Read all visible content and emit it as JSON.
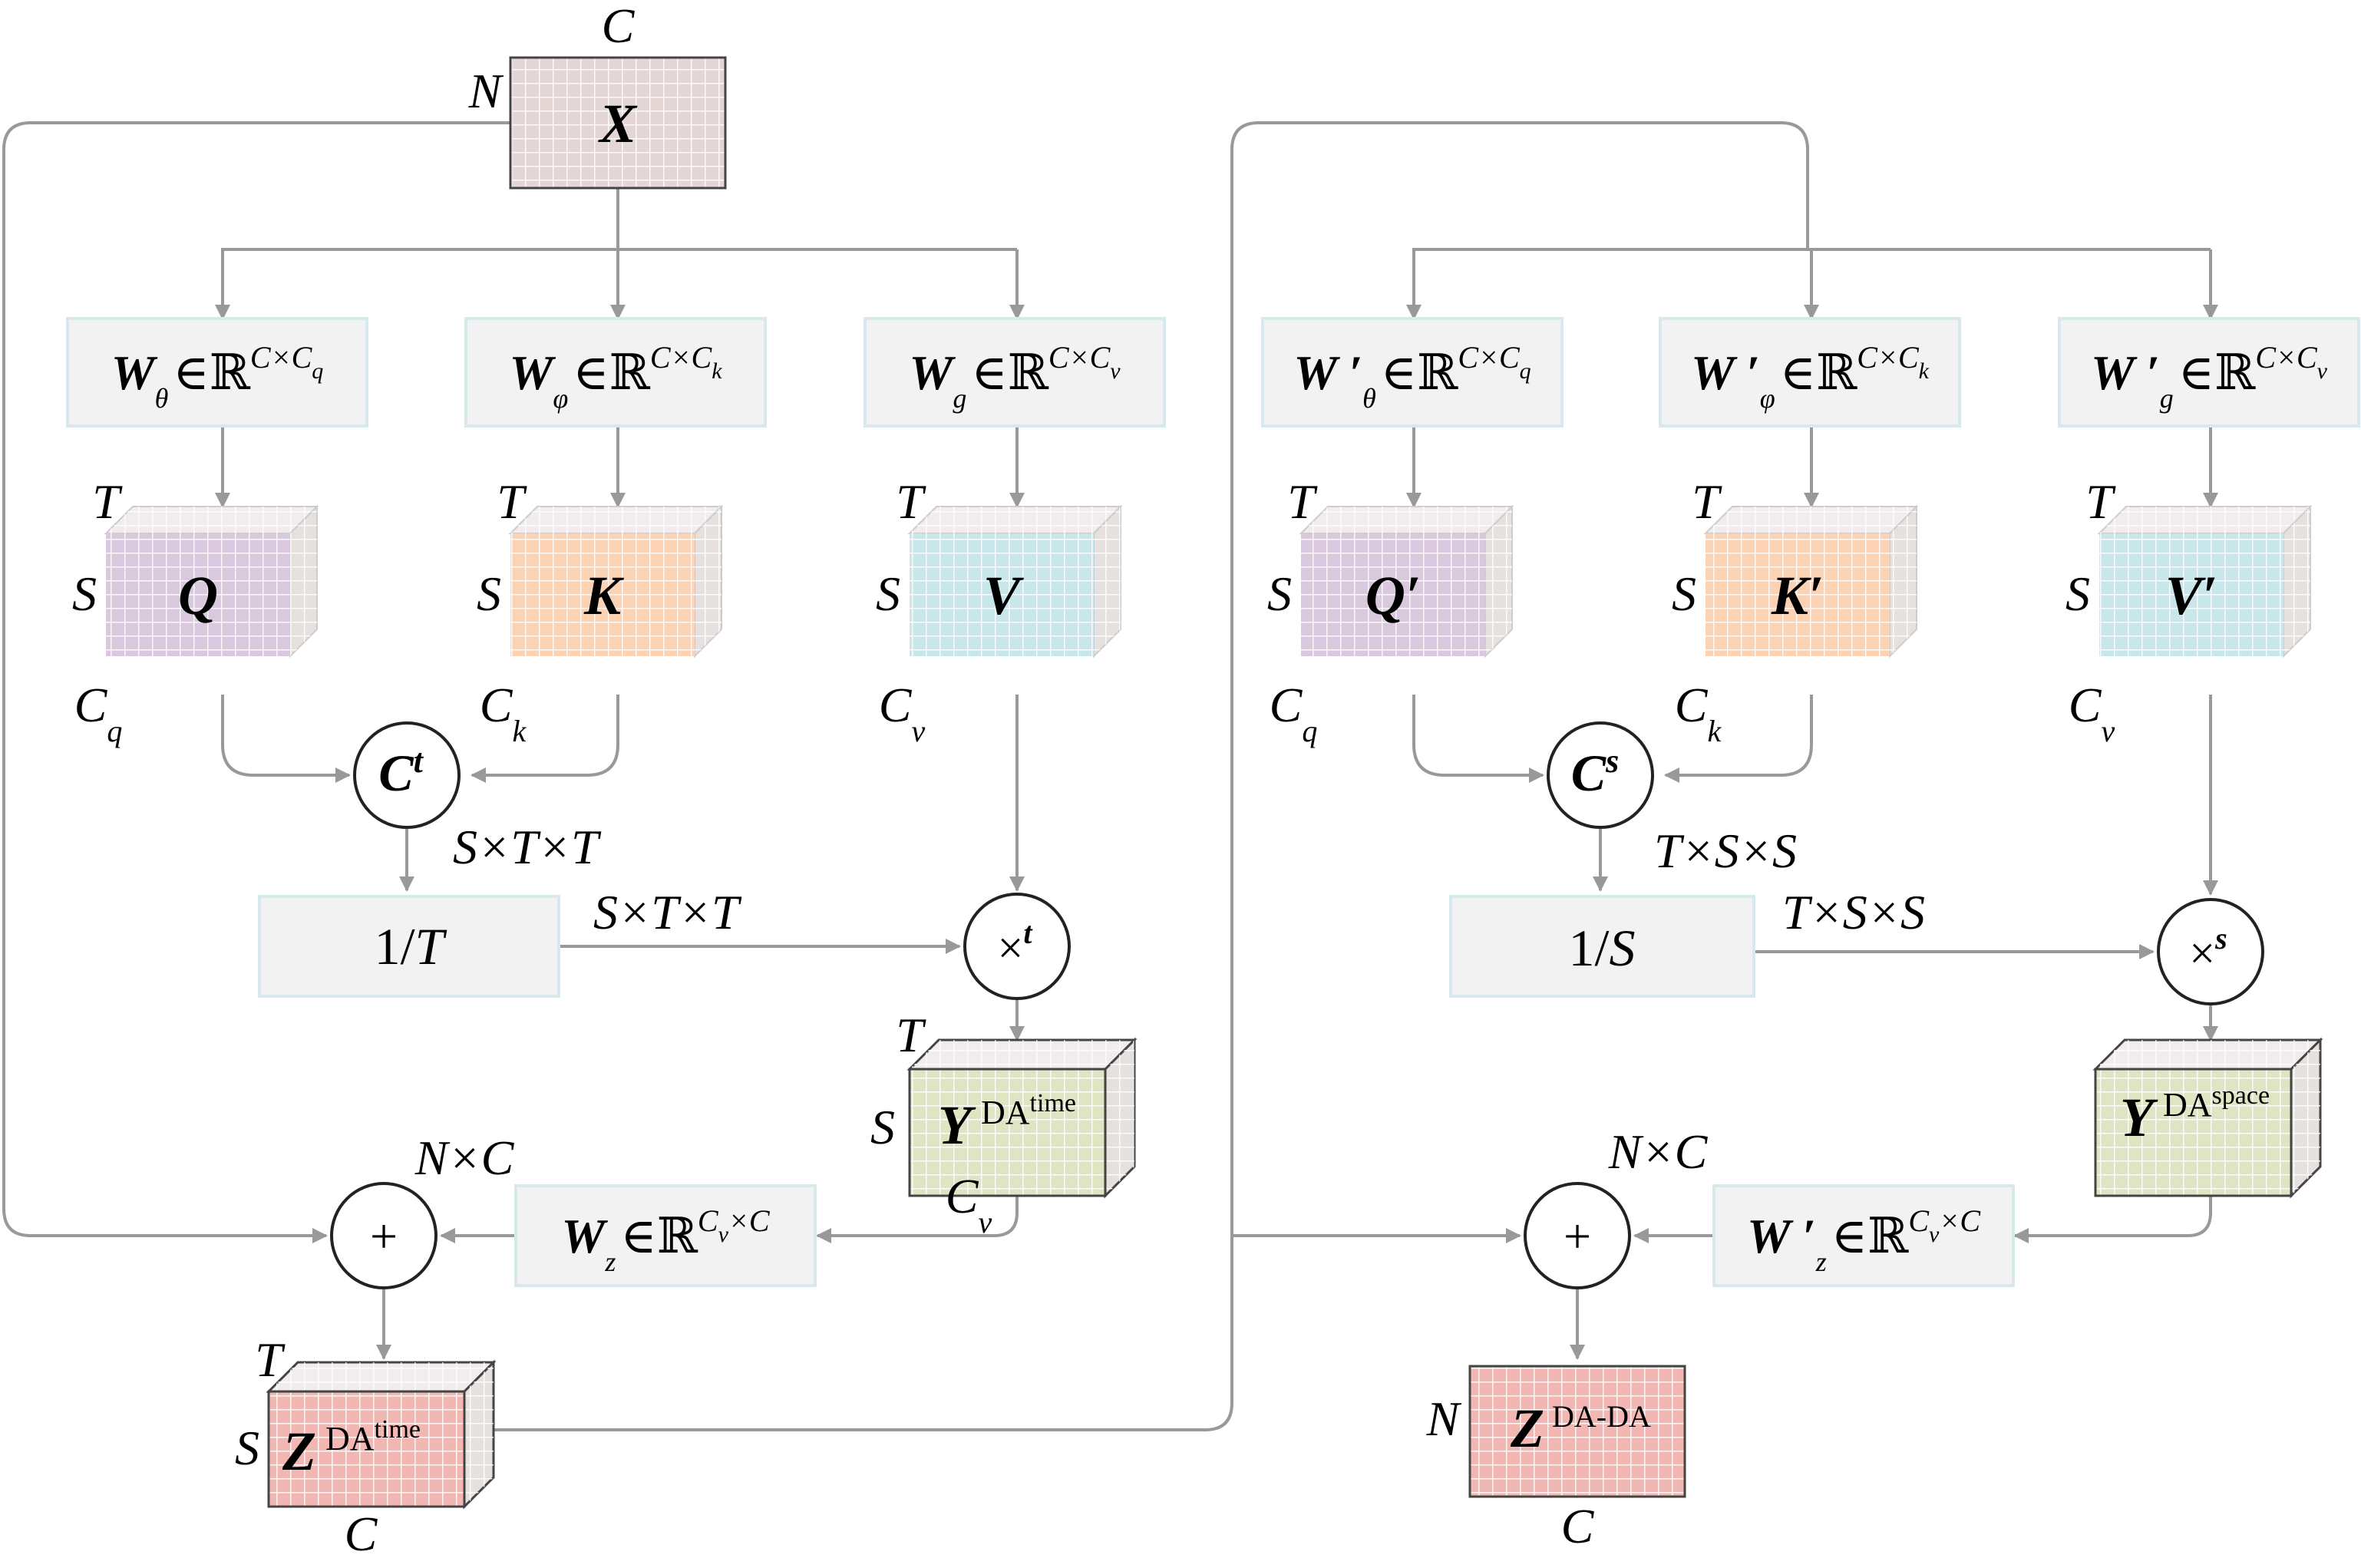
{
  "colors": {
    "line": "#999999",
    "wbox_fill": "#f2f2f2",
    "wbox_stroke": "#d7e9ec",
    "x_fill": "#e3d6d4",
    "q_fill": "#d9c8de",
    "k_fill": "#fbd2b4",
    "v_fill": "#c8e7ea",
    "y_fill": "#dfe5c2",
    "z_fill": "#f2b7b2"
  },
  "input": {
    "label": "X",
    "dim_top": "C",
    "dim_left": "N"
  },
  "time_branch": {
    "w_theta": {
      "main": "W",
      "sub": "θ",
      "rest": "∈ℝ",
      "exp": "C×C",
      "exp_sub": "q"
    },
    "w_phi": {
      "main": "W",
      "sub": "φ",
      "rest": "∈ℝ",
      "exp": "C×C",
      "exp_sub": "k"
    },
    "w_g": {
      "main": "W",
      "sub": "g",
      "rest": "∈ℝ",
      "exp": "C×C",
      "exp_sub": "v"
    },
    "q": {
      "label": "Q",
      "top": "T",
      "left": "S",
      "bottom": "C",
      "bottom_sub": "q"
    },
    "k": {
      "label": "K",
      "top": "T",
      "left": "S",
      "bottom": "C",
      "bottom_sub": "k"
    },
    "v": {
      "label": "V",
      "top": "T",
      "left": "S",
      "bottom": "C",
      "bottom_sub": "v"
    },
    "corr": {
      "label": "C",
      "sup": "t"
    },
    "corr_dim": "S×T×T",
    "norm": {
      "text_num": "1/",
      "text_var": "T"
    },
    "norm_dim": "S×T×T",
    "mult": {
      "label": "×",
      "sup": "t"
    },
    "y": {
      "label": "Y",
      "sup": "DA",
      "supsup": "time",
      "top": "T",
      "left": "S",
      "bottom": "C",
      "bottom_sub": "v"
    },
    "w_z": {
      "main": "W",
      "sub": "z",
      "rest": "∈ℝ",
      "exp": "C",
      "exp_sub": "v",
      "exp_tail": "×C"
    },
    "sum": {
      "label": "+",
      "dim": "N×C"
    },
    "z": {
      "label": "Z",
      "sup": "DA",
      "supsup": "time",
      "top": "T",
      "left": "S",
      "bottom": "C"
    }
  },
  "space_branch": {
    "w_theta": {
      "main": "W ′",
      "sub": "θ",
      "rest": "∈ℝ",
      "exp": "C×C",
      "exp_sub": "q"
    },
    "w_phi": {
      "main": "W ′",
      "sub": "φ",
      "rest": "∈ℝ",
      "exp": "C×C",
      "exp_sub": "k"
    },
    "w_g": {
      "main": "W ′",
      "sub": "g",
      "rest": "∈ℝ",
      "exp": "C×C",
      "exp_sub": "v"
    },
    "q": {
      "label": "Q′",
      "top": "T",
      "left": "S",
      "bottom": "C",
      "bottom_sub": "q"
    },
    "k": {
      "label": "K′",
      "top": "T",
      "left": "S",
      "bottom": "C",
      "bottom_sub": "k"
    },
    "v": {
      "label": "V′",
      "top": "T",
      "left": "S",
      "bottom": "C",
      "bottom_sub": "v"
    },
    "corr": {
      "label": "C",
      "sup": "s"
    },
    "corr_dim": "T×S×S",
    "norm": {
      "text_num": "1/",
      "text_var": "S"
    },
    "norm_dim": "T×S×S",
    "mult": {
      "label": "×",
      "sup": "s"
    },
    "y": {
      "label": "Y",
      "sup": "DA",
      "supsup": "space"
    },
    "w_z": {
      "main": "W ′",
      "sub": "z",
      "rest": "∈ℝ",
      "exp": "C",
      "exp_sub": "v",
      "exp_tail": "×C"
    },
    "sum": {
      "label": "+",
      "dim": "N×C"
    },
    "z": {
      "label": "Z",
      "sup": "DA-DA",
      "left": "N",
      "bottom": "C"
    }
  }
}
